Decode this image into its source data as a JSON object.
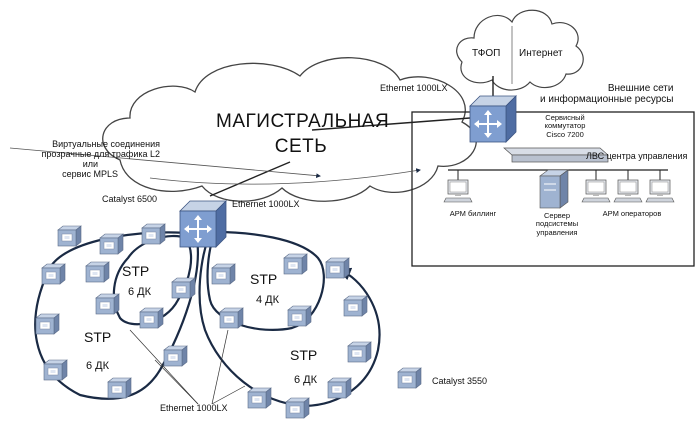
{
  "core_network": {
    "line1": "МАГИСТРАЛЬНАЯ",
    "line2": "СЕТЬ"
  },
  "clouds": {
    "pstn": "ТФОП",
    "internet": "Интернет"
  },
  "external": {
    "line1": "Внешние сети",
    "line2": "и информационные ресурсы"
  },
  "links": {
    "top_ethernet": "Ethernet 1000LX",
    "catalyst_ethernet": "Ethernet 1000LX",
    "bottom_ethernet": "Ethernet 1000LX"
  },
  "service_switch": {
    "line1": "Сервисный",
    "line2": "коммутатор",
    "line3": "Cisco 7200"
  },
  "lan": {
    "title": "ЛВС центра управления"
  },
  "workstations": {
    "billing": "АРМ биллинг",
    "server_l1": "Сервер",
    "server_l2": "подсистемы",
    "server_l3": "управления",
    "operators": "АРМ операторов"
  },
  "virtual": {
    "line1": "Виртуальные соединения",
    "line2": "прозрачные для трафика L2",
    "line3": "или",
    "line4": "сервис MPLS"
  },
  "catalyst6500": "Catalyst 6500",
  "rings": [
    {
      "stp": "STP",
      "dk": "6 ДК"
    },
    {
      "stp": "STP",
      "dk": "6 ДК"
    },
    {
      "stp": "STP",
      "dk": "4 ДК"
    },
    {
      "stp": "STP",
      "dk": "6 ДК"
    }
  ],
  "legend": {
    "catalyst3550": "Catalyst 3550"
  },
  "colors": {
    "switch_face": "#9fb3d1",
    "switch_top": "#c6d3e6",
    "switch_side": "#6f84a8",
    "router_face": "#7f9ed0",
    "ring": "#1a2a44"
  }
}
